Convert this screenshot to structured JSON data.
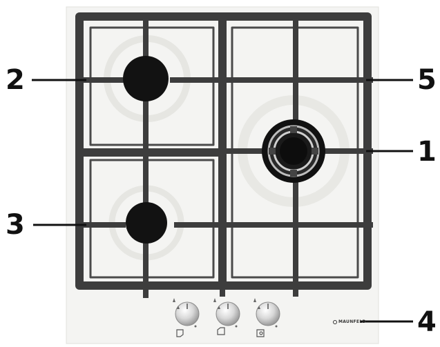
{
  "callouts": [
    {
      "id": "1",
      "label": "1"
    },
    {
      "id": "2",
      "label": "2"
    },
    {
      "id": "3",
      "label": "3"
    },
    {
      "id": "4",
      "label": "4"
    },
    {
      "id": "5",
      "label": "5"
    }
  ],
  "brand": "MAUNFELD",
  "colors": {
    "glass": "#f4f4f2",
    "grate": "#3a3a3a",
    "burner": "#121212",
    "flame_ring": "#e9e9e6",
    "callout_line": "#111111"
  },
  "icons": [
    "burner-cap-icon",
    "knob-icon",
    "flame-symbol-icon",
    "burner-position-icon"
  ]
}
